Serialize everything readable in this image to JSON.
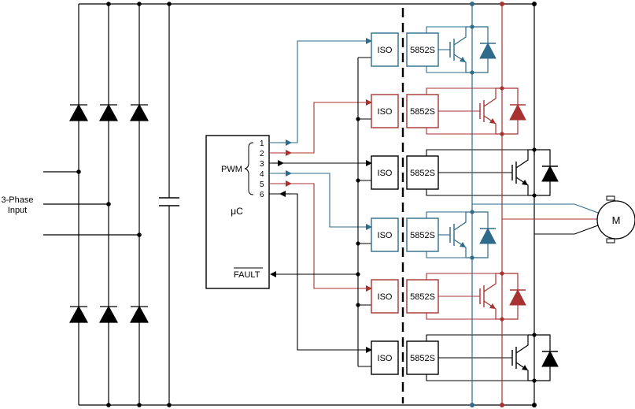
{
  "colors": {
    "black": "#000000",
    "blue": "#2e6b8a",
    "red": "#a83232"
  },
  "input": {
    "label_line1": "3-Phase",
    "label_line2": "Input"
  },
  "controller": {
    "pwm_label": "PWM",
    "mcu_label": "μC",
    "fault_label": "FAULT",
    "pins": [
      "1",
      "2",
      "3",
      "4",
      "5",
      "6"
    ]
  },
  "drivers": [
    {
      "iso": "ISO",
      "part": "5852S",
      "color": "blue"
    },
    {
      "iso": "ISO",
      "part": "5852S",
      "color": "red"
    },
    {
      "iso": "ISO",
      "part": "5852S",
      "color": "black"
    },
    {
      "iso": "ISO",
      "part": "5852S",
      "color": "blue"
    },
    {
      "iso": "ISO",
      "part": "5852S",
      "color": "red"
    },
    {
      "iso": "ISO",
      "part": "5852S",
      "color": "black"
    }
  ],
  "motor": {
    "label": "M"
  }
}
